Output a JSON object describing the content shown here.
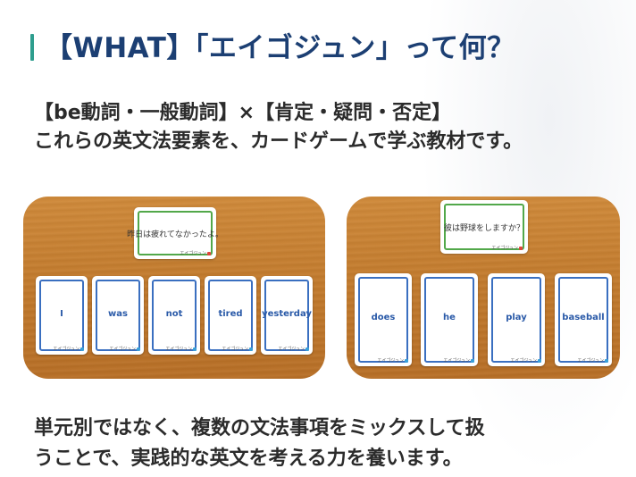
{
  "title": "【WHAT】「エイゴジュン」って何？",
  "subtitle_line1": "【be動詞・一般動詞】×【肯定・疑問・否定】",
  "subtitle_line2": "これらの英文法要素を、カードゲームで学ぶ教材です。",
  "photos": {
    "left": {
      "question": "昨日は疲れてなかったよ。",
      "brand": "エイゴジュン",
      "words": [
        "I",
        "was",
        "not",
        "tired",
        "yesterday"
      ]
    },
    "right": {
      "question": "彼は野球をしますか？",
      "brand": "エイゴジュン",
      "words": [
        "does",
        "he",
        "play",
        "baseball"
      ]
    }
  },
  "bottom_line1": "単元別ではなく、複数の文法事項をミックスして扱",
  "bottom_line2": "うことで、実践的な英文を考える力を養います。",
  "colors": {
    "title": "#1c3f73",
    "accent": "#2e9e8e",
    "wood": "#c27a2c",
    "card_border_blue": "#3a6fc0",
    "card_border_green": "#52a84a"
  }
}
